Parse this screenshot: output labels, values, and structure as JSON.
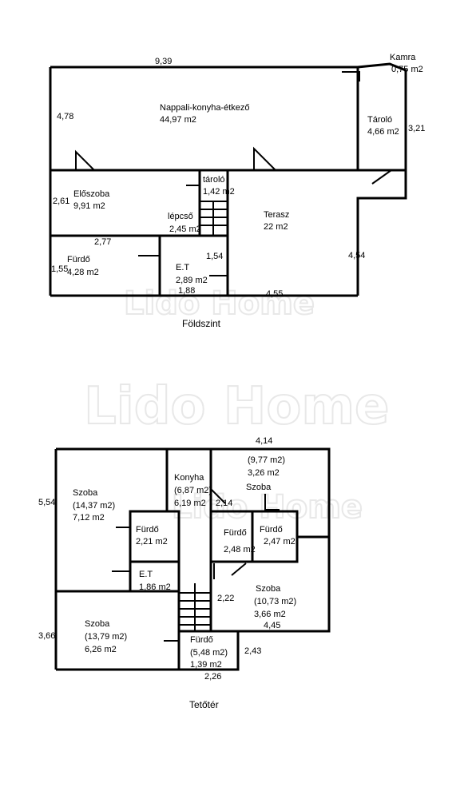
{
  "watermark": "Lido Home",
  "ground_floor": {
    "title": "Földszint",
    "rooms": {
      "living": {
        "name": "Nappali-konyha-étkező",
        "area": "44,97 m2"
      },
      "pantry": {
        "name": "Kamra",
        "area": "0,75 m2"
      },
      "storage": {
        "name": "Tároló",
        "area": "4,66 m2"
      },
      "hall": {
        "name": "Előszoba",
        "area": "9,91 m2"
      },
      "small_storage": {
        "name": "tároló",
        "area": "1,42 m2"
      },
      "stairs": {
        "name": "lépcső",
        "area": "2,45 m2"
      },
      "terrace": {
        "name": "Terasz",
        "area": "22 m2"
      },
      "bath": {
        "name": "Fürdő",
        "area": "4,28 m2"
      },
      "wc": {
        "name": "E.T",
        "area": "2,89 m2"
      }
    },
    "dims": {
      "top": "9,39",
      "left_upper": "4,78",
      "right_storage": "3,21",
      "hall_left": "2,61",
      "bath_top": "2,77",
      "bath_left": "1,55",
      "wc_right": "1,54",
      "wc_bottom": "1,88",
      "terrace_right": "4,54",
      "terrace_bottom": "4,55"
    }
  },
  "attic": {
    "title": "Tetőtér",
    "rooms": {
      "room1": {
        "name": "Szoba",
        "area_total": "(14,37 m2)",
        "area": "7,12 m2"
      },
      "kitchen": {
        "name": "Konyha",
        "area_total": "(6,87 m2)",
        "area": "6,19 m2"
      },
      "room2": {
        "name": "Szoba",
        "area_total": "(9,77 m2)",
        "area": "3,26 m2"
      },
      "bath1": {
        "name": "Fürdő",
        "area": "2,21 m2"
      },
      "bath2": {
        "name": "Fürdő",
        "area": "2,48 m2"
      },
      "bath3": {
        "name": "Fürdő",
        "area": "2,47 m2"
      },
      "wc": {
        "name": "E.T",
        "area": "1,86 m2"
      },
      "room3": {
        "name": "Szoba",
        "area_total": "(10,73 m2)",
        "area": "3,66 m2"
      },
      "room4": {
        "name": "Szoba",
        "area_total": "(13,79 m2)",
        "area": "6,26 m2"
      },
      "bath4": {
        "name": "Fürdő",
        "area_total": "(5,48 m2)",
        "area": "1,39 m2"
      }
    },
    "dims": {
      "top": "4,14",
      "left_upper": "5,54",
      "kitchen_right": "2,14",
      "stair_right": "2,22",
      "room3_bottom": "4,45",
      "left_lower": "3,66",
      "bath4_right": "2,43",
      "bath4_bottom": "2,26"
    }
  }
}
